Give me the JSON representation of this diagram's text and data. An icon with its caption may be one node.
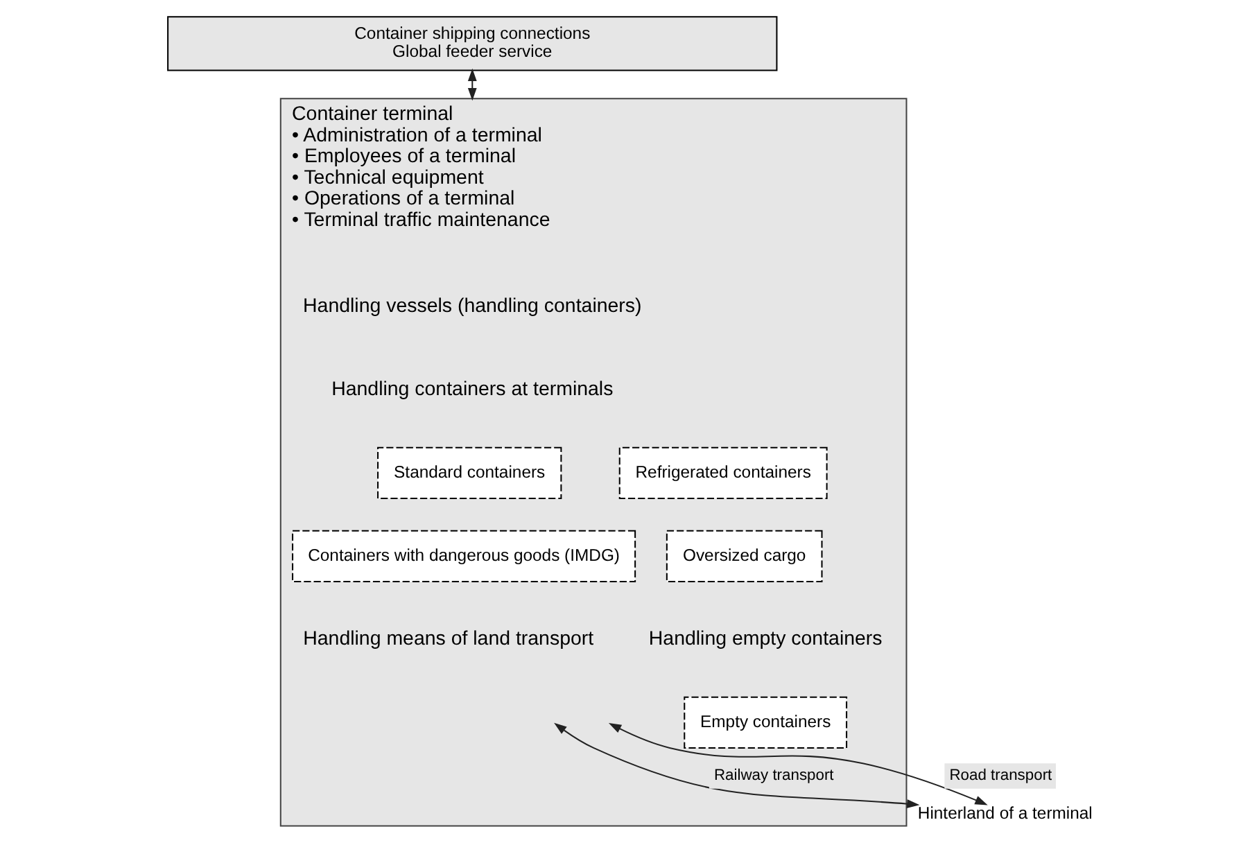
{
  "diagram": {
    "nodes": [
      {
        "text": [
          "Container shipping connections",
          "Global feeder service"
        ]
      },
      {
        "text": [
          "Container terminal",
          "• Administration of a terminal",
          "• Employees of a terminal",
          "• Technical equipment",
          "• Operations of a terminal",
          "• Terminal traffic maintenance"
        ]
      },
      {
        "text": [
          "Standard containers"
        ],
        "in": 1
      },
      {
        "text": [
          "Refrigerated containers"
        ],
        "in": 1
      },
      {
        "text": [
          "Containers with dangerous goods (IMDG)"
        ],
        "in": 1
      },
      {
        "text": [
          "Oversized cargo"
        ],
        "in": 1
      },
      {
        "text": [
          "Empty containers"
        ],
        "in": 1
      },
      {
        "text": [
          "Hinterland of a terminal"
        ]
      }
    ],
    "edges": [
      {
        "from": 0,
        "to": 1,
        "arrow": "both"
      },
      {
        "from": null,
        "to": 7,
        "arrow": "both",
        "label": "Road transport"
      },
      {
        "from": null,
        "to": 7,
        "arrow": "both",
        "label": "Railway transport"
      }
    ],
    "labels": [
      "Handling vessels (handling containers)",
      "Handling containers at terminals",
      "Handling empty containers",
      "Handling means of land transport"
    ]
  }
}
